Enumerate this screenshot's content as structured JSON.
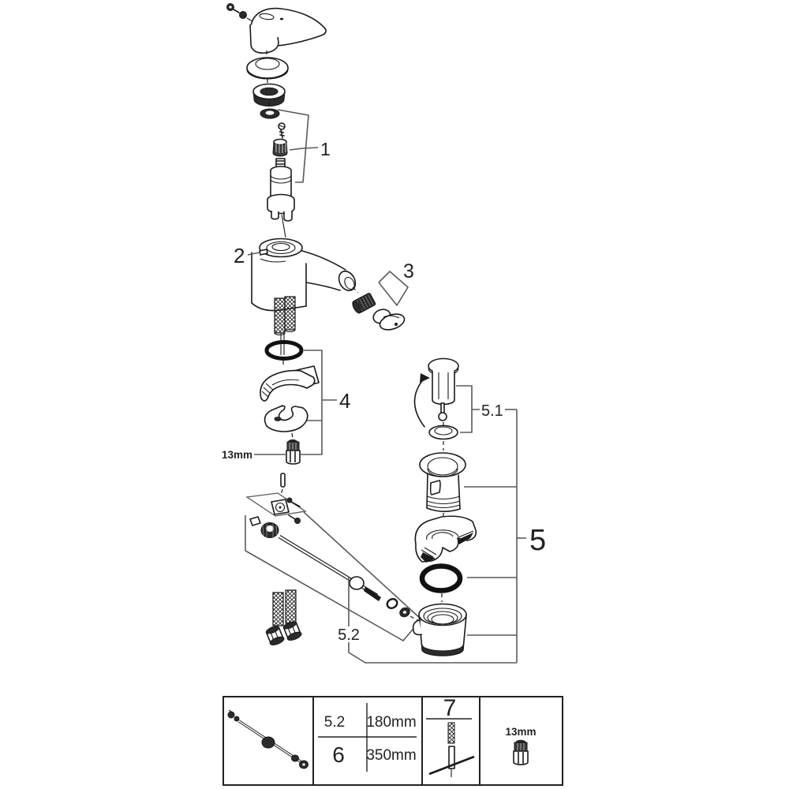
{
  "diagram": {
    "kind": "exploded-parts-diagram",
    "callouts": {
      "c1": "1",
      "c2": "2",
      "c3": "3",
      "c4": "4",
      "c5": "5",
      "c51": "5.1",
      "c52": "5.2",
      "wrench": "13mm"
    },
    "colors": {
      "line": "#1a1a1a",
      "callout_line": "#5a5a5a",
      "background": "#ffffff"
    }
  },
  "legend_table": {
    "rows": [
      {
        "ref": "5.2",
        "length": "180mm"
      },
      {
        "ref": "6",
        "length": "350mm"
      }
    ],
    "tool_ref": "7",
    "wrench_size": "13mm"
  }
}
